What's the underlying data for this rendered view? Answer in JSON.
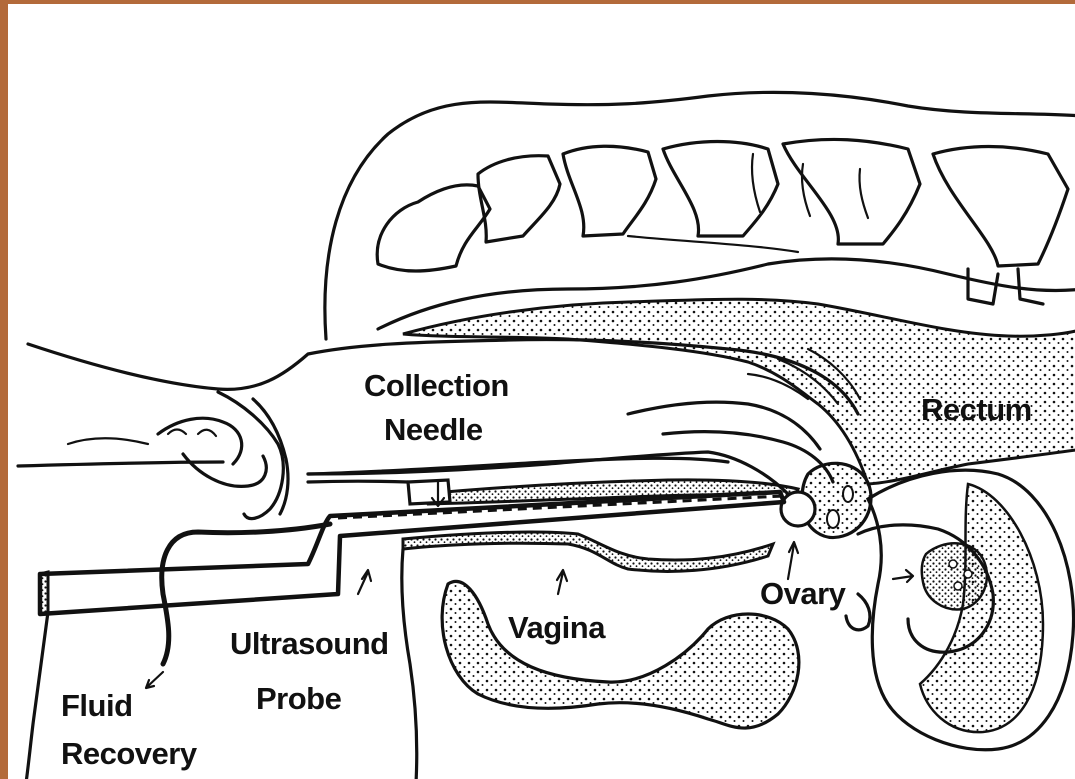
{
  "labels": {
    "collection_needle": [
      "Collection",
      "Needle"
    ],
    "rectum": "Rectum",
    "ovary": "Ovary",
    "vagina": "Vagina",
    "ultrasound_probe": [
      "Ultrasound",
      "Probe"
    ],
    "fluid_recovery": [
      "Fluid",
      "Recovery"
    ]
  },
  "colors": {
    "frame": "#b36a3a",
    "ink": "#111111",
    "background": "#ffffff"
  }
}
